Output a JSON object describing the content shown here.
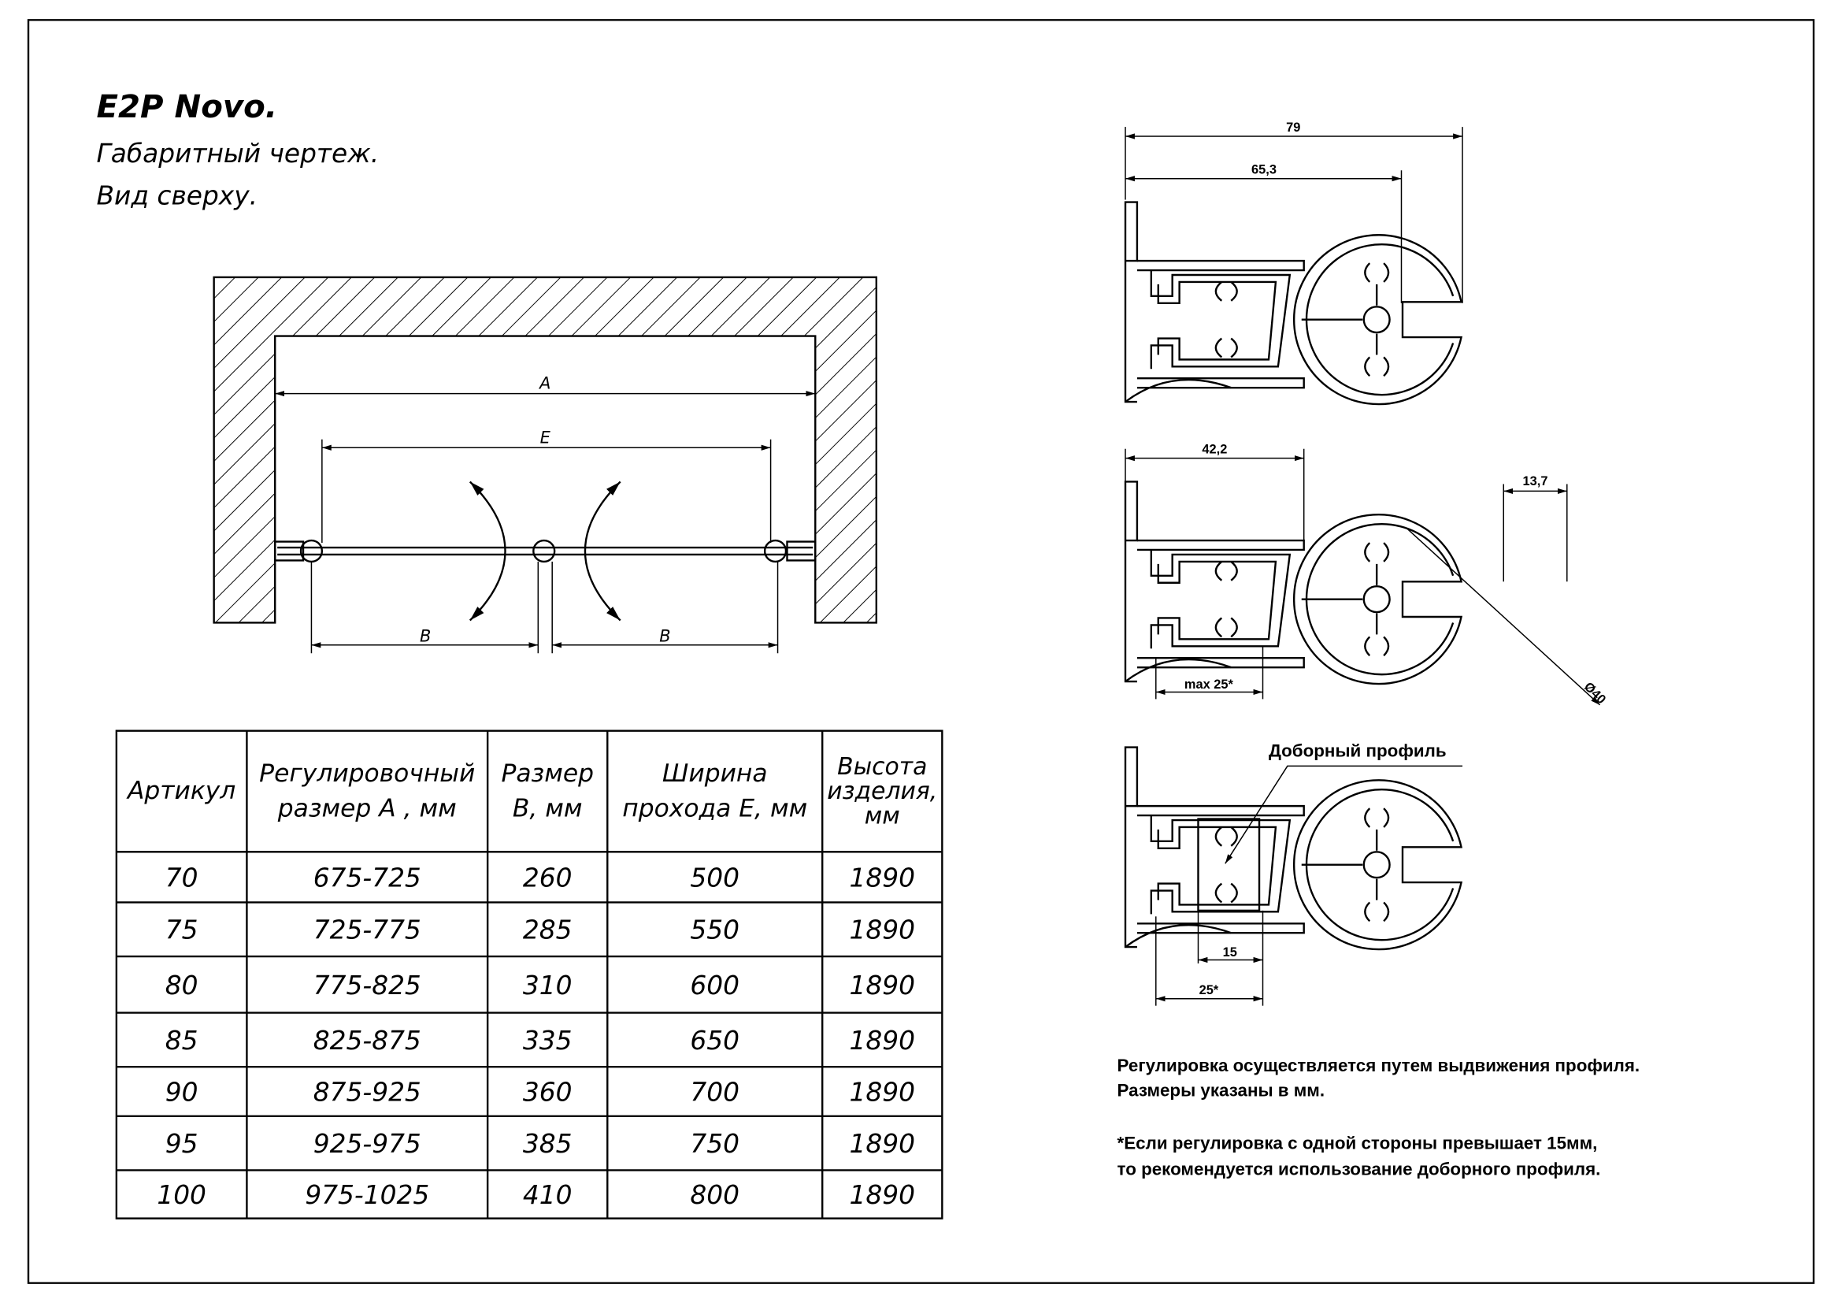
{
  "title": {
    "line1": "E2P Novo.",
    "line2": "Габаритный чертеж.",
    "line3": "Вид сверху."
  },
  "plan": {
    "label_a": "A",
    "label_e": "E",
    "label_b_left": "B",
    "label_b_right": "B"
  },
  "table": {
    "headers": [
      [
        "Артикул"
      ],
      [
        "Регулировочный",
        "размер A , мм"
      ],
      [
        "Размер",
        "B, мм"
      ],
      [
        "Ширина",
        "прохода E, мм"
      ],
      [
        "Высота",
        "изделия,",
        "мм"
      ]
    ],
    "rows": [
      [
        "70",
        "675-725",
        "260",
        "500",
        "1890"
      ],
      [
        "75",
        "725-775",
        "285",
        "550",
        "1890"
      ],
      [
        "80",
        "775-825",
        "310",
        "600",
        "1890"
      ],
      [
        "85",
        "825-875",
        "335",
        "650",
        "1890"
      ],
      [
        "90",
        "875-925",
        "360",
        "700",
        "1890"
      ],
      [
        "95",
        "925-975",
        "385",
        "750",
        "1890"
      ],
      [
        "100",
        "975-1025",
        "410",
        "800",
        "1890"
      ]
    ]
  },
  "profiles": {
    "dim_79": "79",
    "dim_65_3": "65,3",
    "dim_42_2": "42,2",
    "dim_13_7": "13,7",
    "dim_max25": "max 25*",
    "dim_d40": "Ø40",
    "dim_15": "15",
    "dim_25": "25*",
    "extra_profile_label": "Доборный профиль"
  },
  "notes": {
    "line1": "Регулировка осуществляется путем выдвижения профиля.",
    "line2": "Размеры указаны в мм.",
    "line3": "*Если регулировка с одной стороны превышает 15мм,",
    "line4": "то рекомендуется использование доборного профиля."
  }
}
